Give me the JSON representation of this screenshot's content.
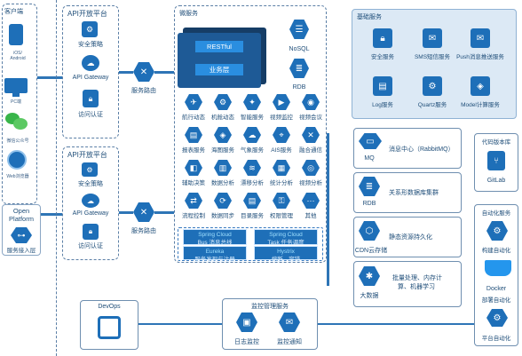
{
  "client": {
    "title": "客户端",
    "items": [
      {
        "label": "iOS/\nAndroid",
        "icon": "smartphone-icon"
      },
      {
        "label": "PC端",
        "icon": "monitor-icon"
      },
      {
        "label": "微信公众号",
        "icon": "wechat-icon"
      },
      {
        "label": "Web浏览器",
        "icon": "globe-icon"
      }
    ]
  },
  "open_platform": {
    "title_line1": "Open",
    "title_line2": "Platform",
    "label": "服务接入层",
    "icon": "access-hub-icon"
  },
  "api_platform_1": {
    "title": "API开放平台",
    "items": [
      "安全策略",
      "API Gateway",
      "访问认证"
    ],
    "router": "服务路由"
  },
  "api_platform_2": {
    "title": "API开放平台",
    "items": [
      "安全策略",
      "API Gateway",
      "访问认证"
    ],
    "router": "服务路由"
  },
  "microservices": {
    "title": "微服务",
    "restful": "RESTful",
    "business": "业务层",
    "nosql": "NoSQL",
    "rdb": "RDB",
    "services": [
      "航行动态",
      "机舱动态",
      "智能服务",
      "视频监控",
      "视频会议",
      "报表服务",
      "海图服务",
      "气象服务",
      "AIS服务",
      "融合通信",
      "辅助决策",
      "数据分析",
      "漂移分析",
      "统计分析",
      "视频分析",
      "流程控制",
      "数据同步",
      "目录服务",
      "权限管理",
      "其他"
    ],
    "spring": [
      {
        "line1": "Spring Cloud",
        "line2": "Bus 消息总线"
      },
      {
        "line1": "Spring Cloud",
        "line2": "Task 任务调度"
      },
      {
        "line1": "Eureka",
        "line2": "服务发现与注册"
      },
      {
        "line1": "Hystrix",
        "line2": "熔断、容错"
      }
    ]
  },
  "base_services": {
    "title": "基础服务",
    "items": [
      "安全服务",
      "SMS短信服务",
      "Push消息推送服务",
      "Log服务",
      "Quartz服务",
      "Model计算服务"
    ]
  },
  "middleware": {
    "mq_label": "MQ",
    "mq_desc": "消息中心（RabbitMQ）",
    "rdb_label": "RDB",
    "rdb_desc": "关系形数据库集群",
    "cdn_label": "CDN云存储",
    "cdn_desc": "静态资源持久化",
    "bigdata_label": "大数据",
    "bigdata_desc_1": "批量处理、内存计",
    "bigdata_desc_2": "算、机器学习"
  },
  "code_repo": {
    "title": "代码版本库",
    "label": "GitLab"
  },
  "automation": {
    "title": "自动化服务",
    "build": "构建自动化",
    "docker": "Docker",
    "deploy": "部署自动化",
    "platform": "平台自动化"
  },
  "devops": {
    "title": "DevOps"
  },
  "monitoring": {
    "title": "监控管理服务",
    "items": [
      "日志监控",
      "监控通知"
    ]
  }
}
